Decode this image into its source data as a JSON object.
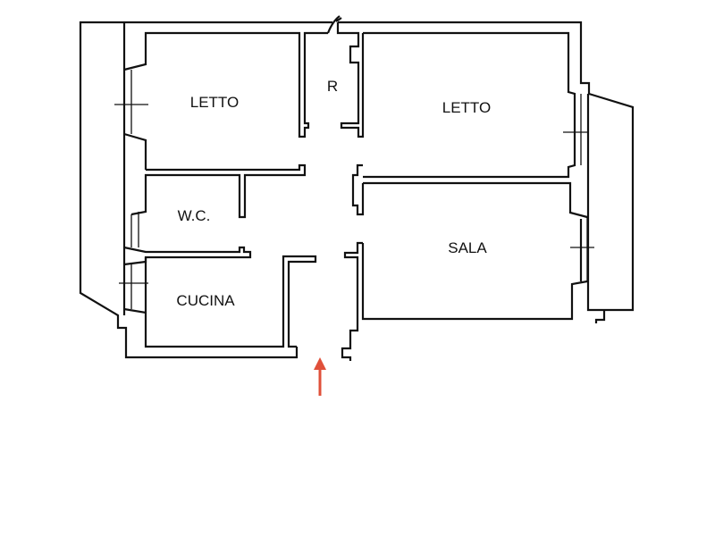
{
  "rooms": {
    "bedroom_left": "LETTO",
    "closet": "R",
    "bedroom_right": "LETTO",
    "wc": "W.C.",
    "living": "SALA",
    "kitchen": "CUCINA"
  },
  "entrance_arrow": {
    "icon": "arrow-up-icon",
    "color": "#e0503a"
  }
}
